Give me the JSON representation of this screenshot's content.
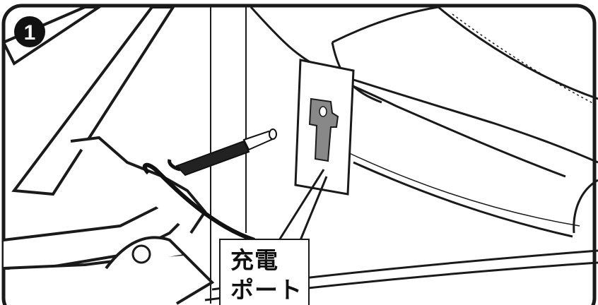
{
  "illustration": {
    "step_number": "1",
    "callout": {
      "line1": "充電",
      "line2": "ポート"
    },
    "colors": {
      "outline": "#1a1a1a",
      "shade": "#777777",
      "background": "#ffffff"
    }
  }
}
